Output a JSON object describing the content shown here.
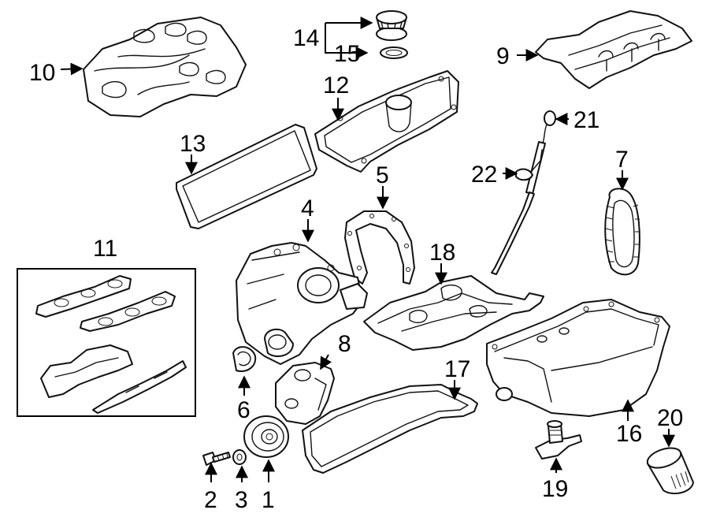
{
  "callouts": {
    "c1": "1",
    "c2": "2",
    "c3": "3",
    "c4": "4",
    "c5": "5",
    "c6": "6",
    "c7": "7",
    "c8": "8",
    "c9": "9",
    "c10": "10",
    "c11": "11",
    "c12": "12",
    "c13": "13",
    "c14": "14",
    "c15": "15",
    "c16": "16",
    "c17": "17",
    "c18": "18",
    "c19": "19",
    "c20": "20",
    "c21": "21",
    "c22": "22"
  },
  "parts": {
    "p1": "crankshaft-pulley",
    "p2": "bolt",
    "p3": "washer",
    "p4": "timing-cover",
    "p5": "timing-cover-gasket",
    "p6": "crankshaft-seal",
    "p7": "timing-chain",
    "p8": "oil-pump",
    "p9": "lower-intake-manifold",
    "p10": "upper-intake-manifold",
    "p11": "intake-gasket-set",
    "p12": "valve-cover",
    "p13": "valve-cover-gasket",
    "p14": "oil-filler-cap",
    "p15": "cap-seal",
    "p16": "oil-pan",
    "p17": "oil-pan-gasket",
    "p18": "windage-tray",
    "p19": "oil-level-sensor",
    "p20": "oil-filter",
    "p21": "dipstick",
    "p22": "dipstick-tube"
  }
}
